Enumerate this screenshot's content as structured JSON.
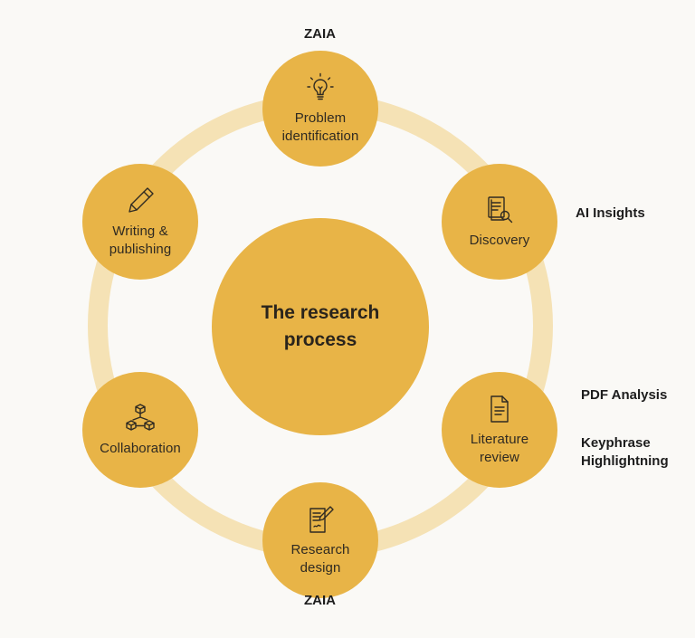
{
  "center": {
    "title": "The research\nprocess"
  },
  "nodes": [
    {
      "label": "Problem\nidentification",
      "icon": "lightbulb-icon"
    },
    {
      "label": "Discovery",
      "icon": "document-search-icon"
    },
    {
      "label": "Literature\nreview",
      "icon": "document-icon"
    },
    {
      "label": "Research\ndesign",
      "icon": "edit-document-icon"
    },
    {
      "label": "Collaboration",
      "icon": "cubes-network-icon"
    },
    {
      "label": "Writing &\npublishing",
      "icon": "pencil-icon"
    }
  ],
  "tags": {
    "top": "ZAIA",
    "discovery": "AI Insights",
    "pdf": "PDF Analysis",
    "keyphrase": "Keyphrase\nHighlightning",
    "bottom": "ZAIA"
  },
  "colors": {
    "node": "#e8b447",
    "ring": "#f5e2b5",
    "background": "#faf9f6",
    "icon_stroke": "#2f2a22"
  }
}
